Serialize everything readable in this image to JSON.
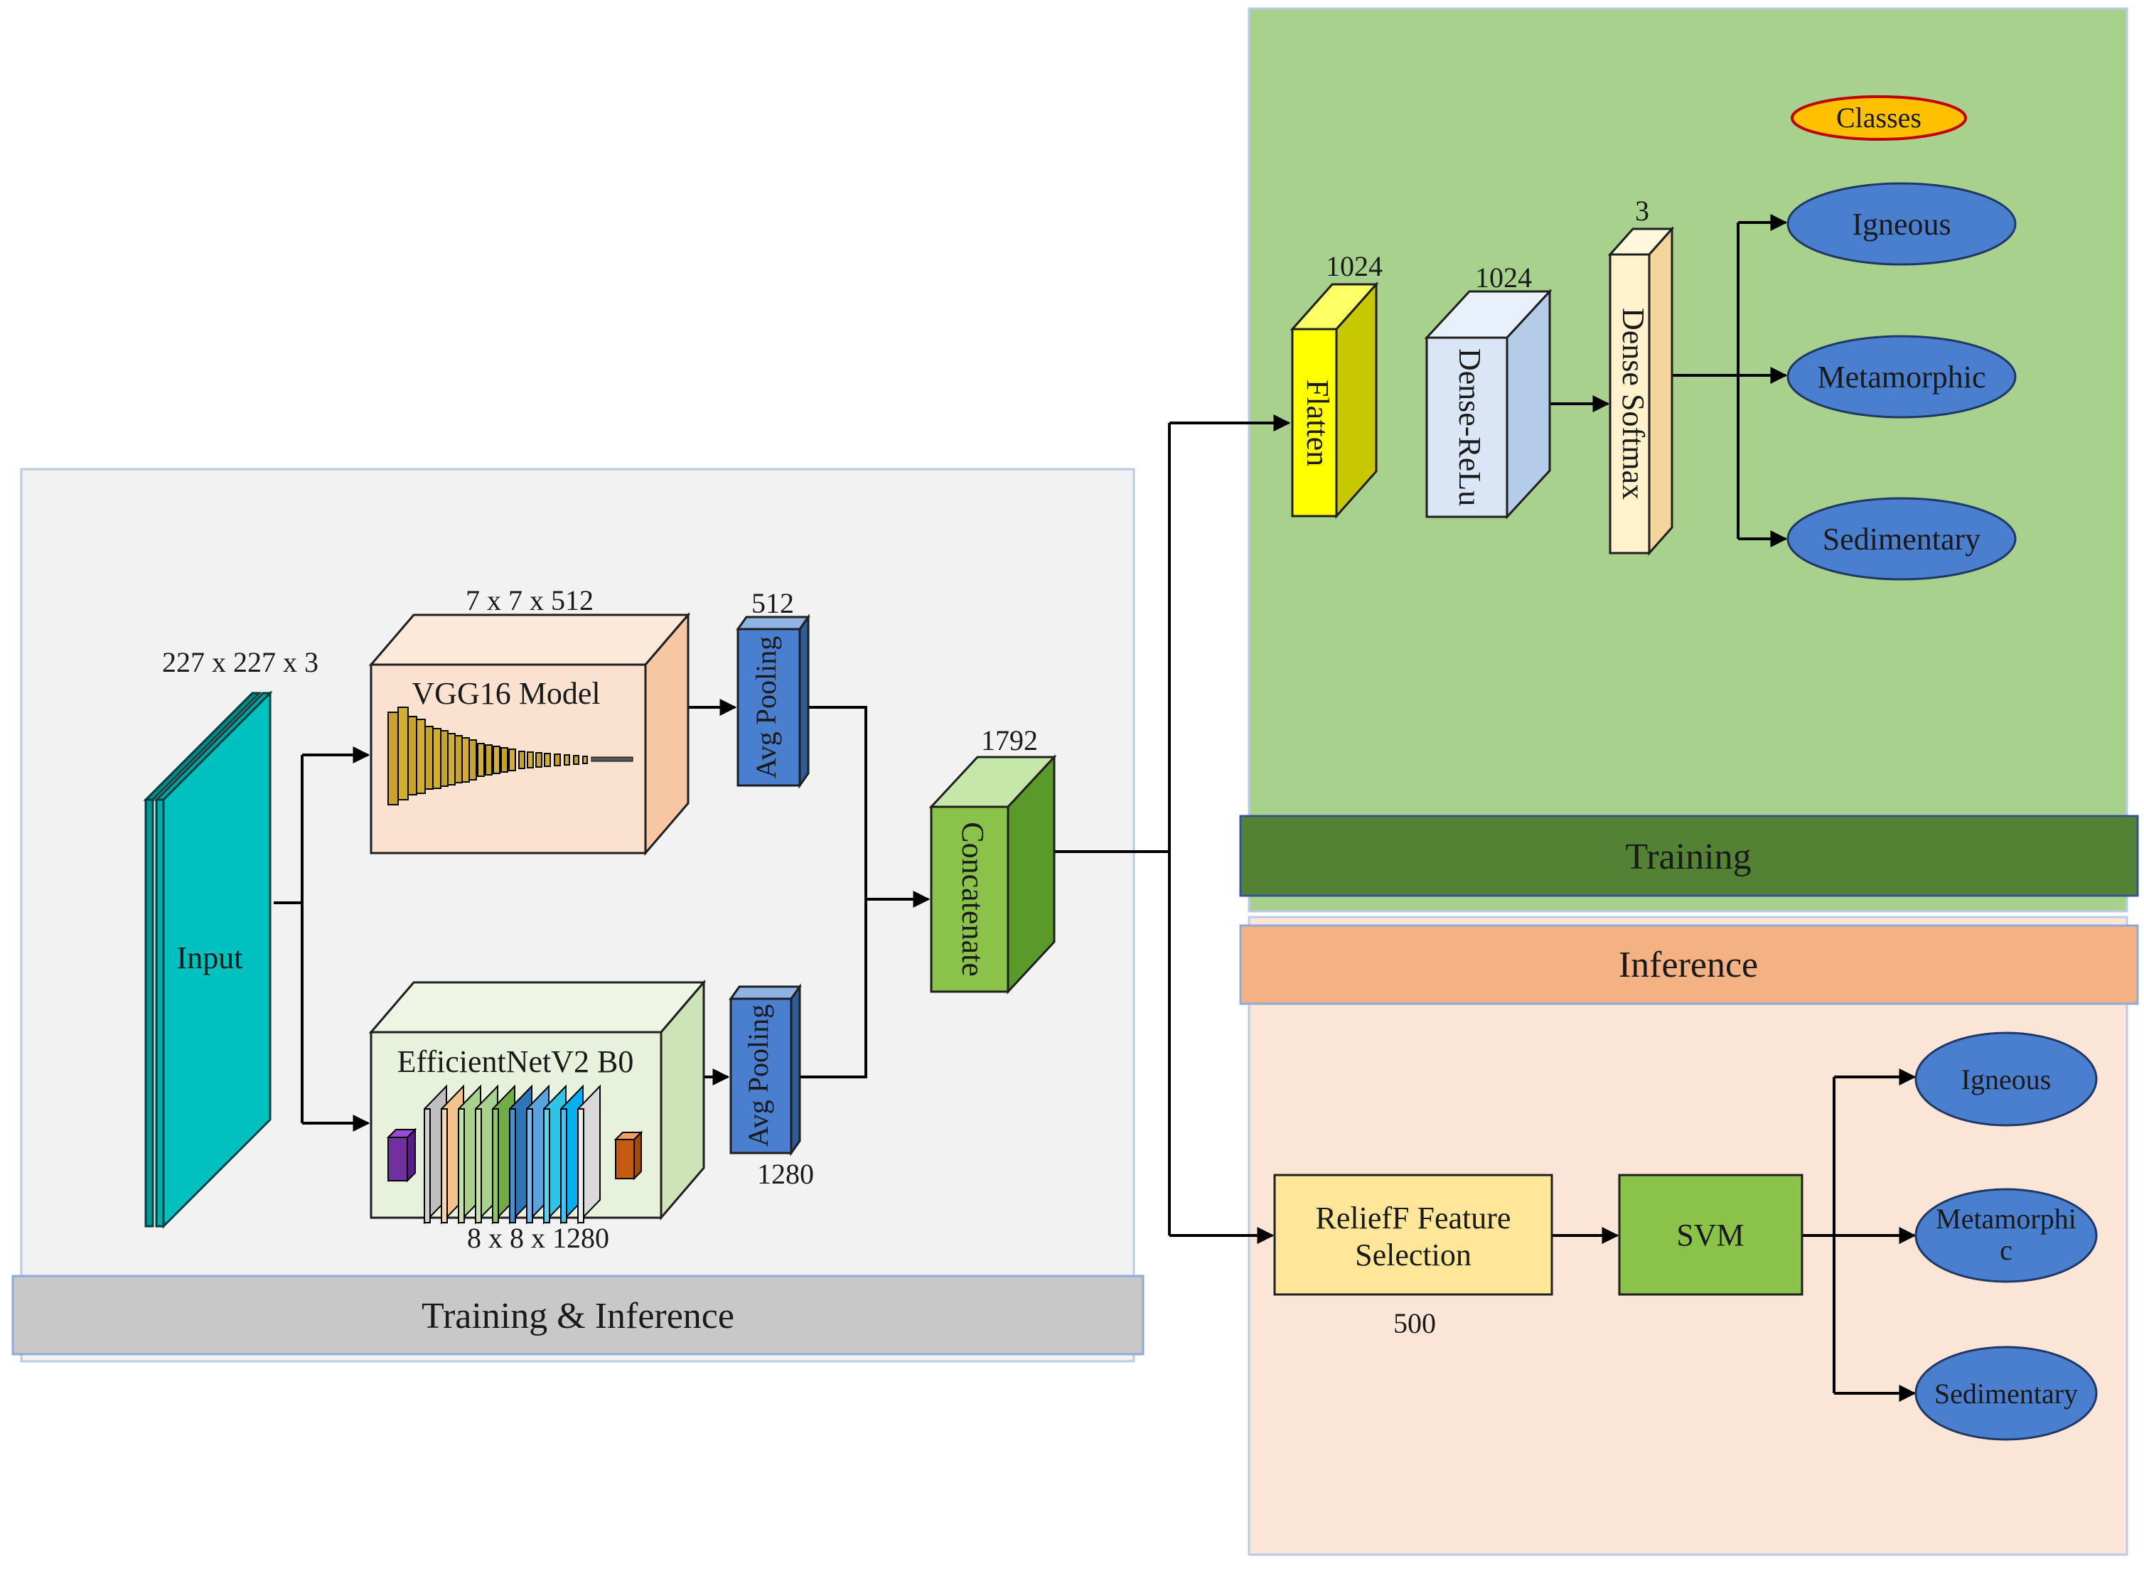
{
  "panels": {
    "train_infer_label": "Training & Inference",
    "training_label": "Training",
    "inference_label": "Inference"
  },
  "input": {
    "label": "Input",
    "dims": "227 x 227 x 3"
  },
  "vgg": {
    "label": "VGG16 Model",
    "dims": "7  x 7 x 512"
  },
  "effnet": {
    "label": "EfficientNetV2 B0",
    "dims": "8  x 8 x 1280"
  },
  "pool_top": {
    "label": "Avg Pooling",
    "dims": "512"
  },
  "pool_bottom": {
    "label": "Avg Pooling",
    "dims": "1280"
  },
  "concat": {
    "label": "Concatenate",
    "dims": "1792"
  },
  "flatten": {
    "label": "Flatten",
    "dims": "1024"
  },
  "dense_relu": {
    "label": "Dense-ReLu",
    "dims": "1024"
  },
  "dense_softmax": {
    "label": "Dense Softmax",
    "dims": "3"
  },
  "classes_badge": "Classes",
  "training_classes": [
    "Igneous",
    "Metamorphic",
    "Sedimentary"
  ],
  "relieff": {
    "line1": "ReliefF Feature",
    "line2": "Selection",
    "dims": "500"
  },
  "svm": {
    "label": "SVM"
  },
  "inference_classes": {
    "igneous": "Igneous",
    "meta_line1": "Metamorphi",
    "meta_line2": "c",
    "sedimentary": "Sedimentary"
  },
  "colors": {
    "train_infer_bg": "#f2f2f2",
    "train_infer_bar": "#c8c8c8",
    "training_bg": "#a9d18e",
    "training_bar": "#548235",
    "inference_bg": "#fbe5d6",
    "inference_bar": "#f4b183",
    "input": "#00c0c0",
    "ellipse": "#4a7fcf",
    "classes_badge": "#ffc000",
    "relieff": "#ffe699",
    "svm": "#8bc34a"
  }
}
